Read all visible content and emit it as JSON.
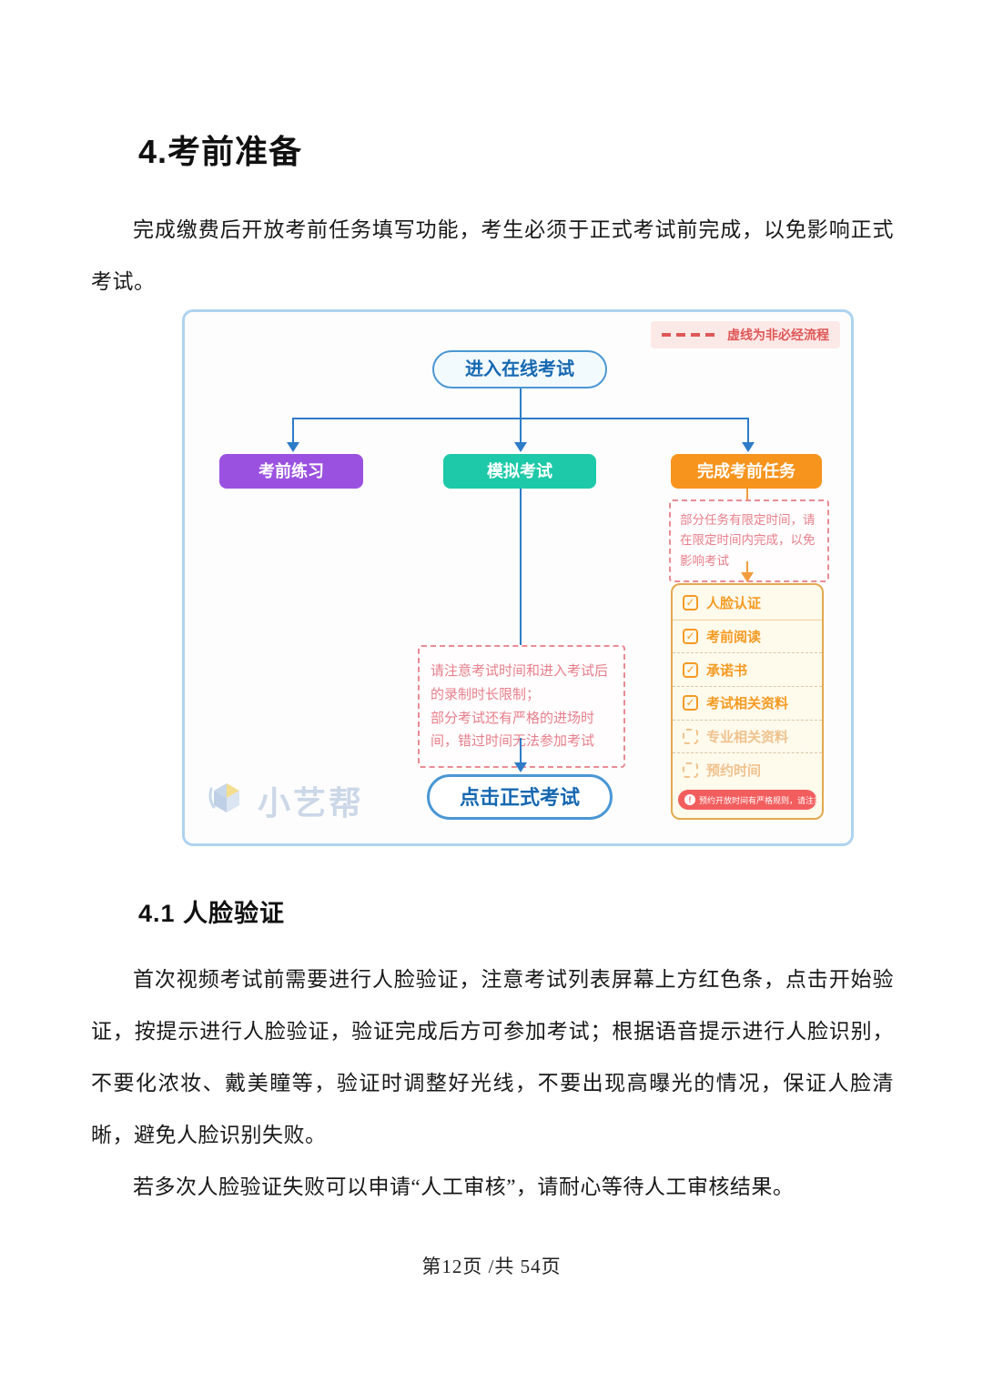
{
  "page": {
    "title": "4.考前准备",
    "intro": "完成缴费后开放考前任务填写功能，考生必须于正式考试前完成，以免影响正式考试。",
    "section_title": "4.1 人脸验证",
    "para1": "首次视频考试前需要进行人脸验证，注意考试列表屏幕上方红色条，点击开始验证，按提示进行人脸验证，验证完成后方可参加考试；根据语音提示进行人脸识别，不要化浓妆、戴美瞳等，验证时调整好光线，不要出现高曝光的情况，保证人脸清晰，避免人脸识别失败。",
    "para2": "若多次人脸验证失败可以申请“人工审核”，请耐心等待人工审核结果。",
    "footer": "第12页 /共 54页"
  },
  "diagram": {
    "legend": "虚线为非必经流程",
    "start": "进入在线考试",
    "branches": [
      "考前练习",
      "模拟考试",
      "完成考前任务"
    ],
    "note_right": "部分任务有限定时间，请在限定时间内完成，以免影响考试",
    "note_center_line1": "请注意考试时间和进入考试后的录制时长限制；",
    "note_center_line2": "部分考试还有严格的进场时间，错过时间无法参加考试",
    "checklist": [
      {
        "label": "人脸认证",
        "checked": true
      },
      {
        "label": "考前阅读",
        "checked": true
      },
      {
        "label": "承诺书",
        "checked": true
      },
      {
        "label": "考试相关资料",
        "checked": true
      },
      {
        "label": "专业相关资料",
        "checked": false
      },
      {
        "label": "预约时间",
        "checked": false
      }
    ],
    "badge": "预约开放时间有严格规则，请注意",
    "end": "点击正式考试",
    "logo": "小艺帮"
  },
  "icons": {
    "check": "✓",
    "info": "!"
  },
  "colors": {
    "branch_purple": "#9b51e0",
    "branch_teal": "#1dc9a8",
    "branch_orange": "#f7941e",
    "connector_blue": "#2e7cc8",
    "dashed_note_pink": "#e98b95",
    "checklist_orange": "#f59a23",
    "badge_red": "#f25e5e",
    "container_border_blue": "#aed3f0"
  }
}
